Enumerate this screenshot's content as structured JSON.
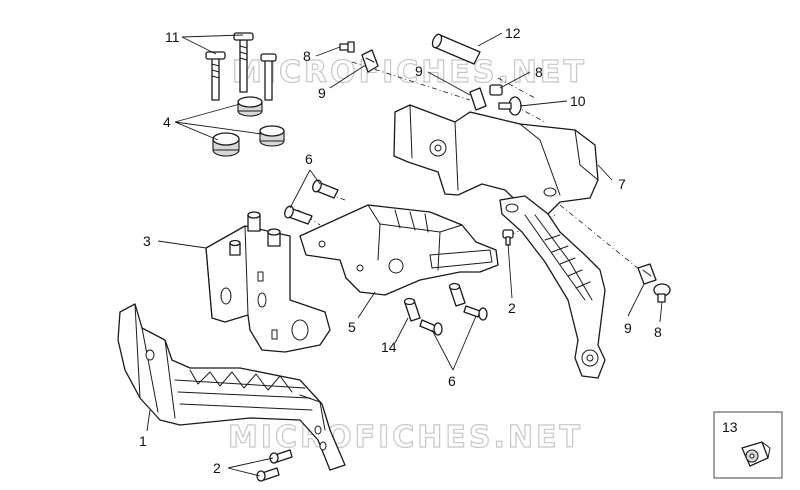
{
  "watermark": "MICROFICHES.NET",
  "callouts": {
    "c1": "1",
    "c2a": "2",
    "c2b": "2",
    "c3": "3",
    "c4": "4",
    "c5": "5",
    "c6a": "6",
    "c6b": "6",
    "c7": "7",
    "c8a": "8",
    "c8b": "8",
    "c8c": "8",
    "c9a": "9",
    "c9b": "9",
    "c9c": "9",
    "c10": "10",
    "c11": "11",
    "c12": "12",
    "c13": "13",
    "c14": "14"
  }
}
